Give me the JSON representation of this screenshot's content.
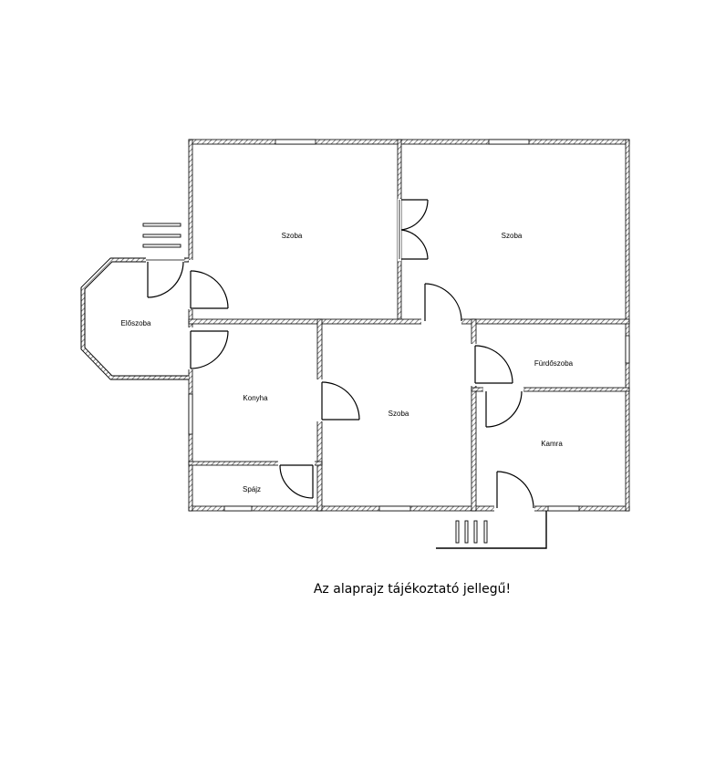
{
  "rooms": {
    "szoba_1": "Szoba",
    "szoba_2": "Szoba",
    "szoba_3": "Szoba",
    "eloszoba": "Előszoba",
    "konyha": "Konyha",
    "spajz": "Spájz",
    "furdoszoba": "Fürdőszoba",
    "kamra": "Kamra"
  },
  "disclaimer": "Az alaprajz tájékoztató jellegű!",
  "colors": {
    "line": "#000000",
    "hatch": "#555555",
    "background": "#ffffff"
  }
}
